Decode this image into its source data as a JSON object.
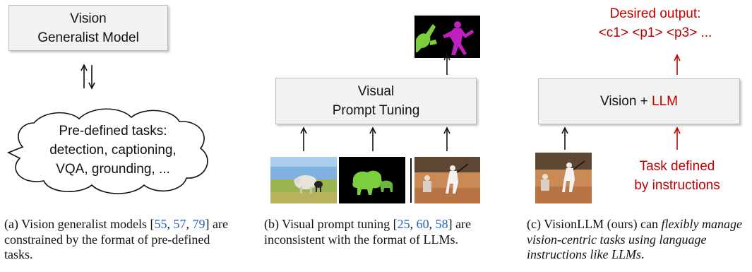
{
  "panel_a": {
    "model_box": {
      "line1": "Vision",
      "line2": "Generalist Model"
    },
    "cloud": {
      "line1": "Pre-defined tasks:",
      "line2": "detection, captioning,",
      "line3": "VQA, grounding, ..."
    },
    "caption": {
      "prefix": "(a) Vision generalist models [",
      "cite1": "55",
      "sep1": ", ",
      "cite2": "57",
      "sep2": ", ",
      "cite3": "79",
      "suffix": "] are constrained by the format of pre-defined tasks."
    }
  },
  "panel_b": {
    "box": {
      "line1": "Visual",
      "line2": "Prompt Tuning"
    },
    "caption": {
      "prefix": "(b) Visual prompt tuning [",
      "cite1": "25",
      "sep1": ", ",
      "cite2": "60",
      "sep2": ", ",
      "cite3": "58",
      "suffix": "] are inconsistent with the format of LLMs."
    }
  },
  "panel_c": {
    "output": {
      "line1": "Desired output:",
      "line2": "<c1> <p1> <p3> ..."
    },
    "box": {
      "prefix": "Vision + ",
      "highlight": "LLM"
    },
    "task": {
      "line1": "Task defined",
      "line2": "by  instructions"
    },
    "caption": {
      "prefix": "(c) VisionLLM (ours) can ",
      "italic": "flexibly manage vision-centric tasks using language instructions like LLMs",
      "suffix": "."
    }
  },
  "colors": {
    "accent_red": "#c00000",
    "citation_blue": "#1f63c8",
    "box_fill": "#f2f2f2"
  }
}
